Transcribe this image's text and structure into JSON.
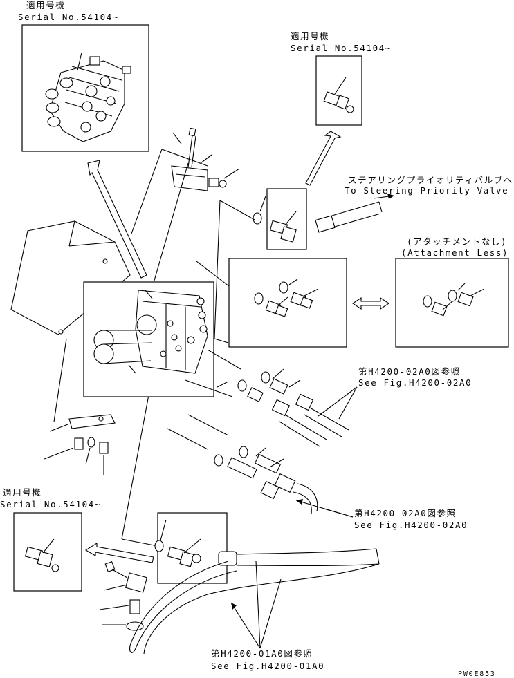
{
  "labels": {
    "applicable_jp": "適用号機",
    "serial": "Serial No.54104~",
    "steering_jp": "ステアリングプライオリティバルブへ",
    "steering_en": "To Steering Priority Valve",
    "attachment_jp": "(アタッチメントなし)",
    "attachment_en": "(Attachment Less)",
    "h4200_02a0_jp": "第H4200-02A0図参照",
    "h4200_02a0_en": "See Fig.H4200-02A0",
    "h4200_01a0_jp": "第H4200-01A0図参照",
    "h4200_01a0_en": "See Fig.H4200-01A0",
    "drawing_code": "PW0E853"
  }
}
